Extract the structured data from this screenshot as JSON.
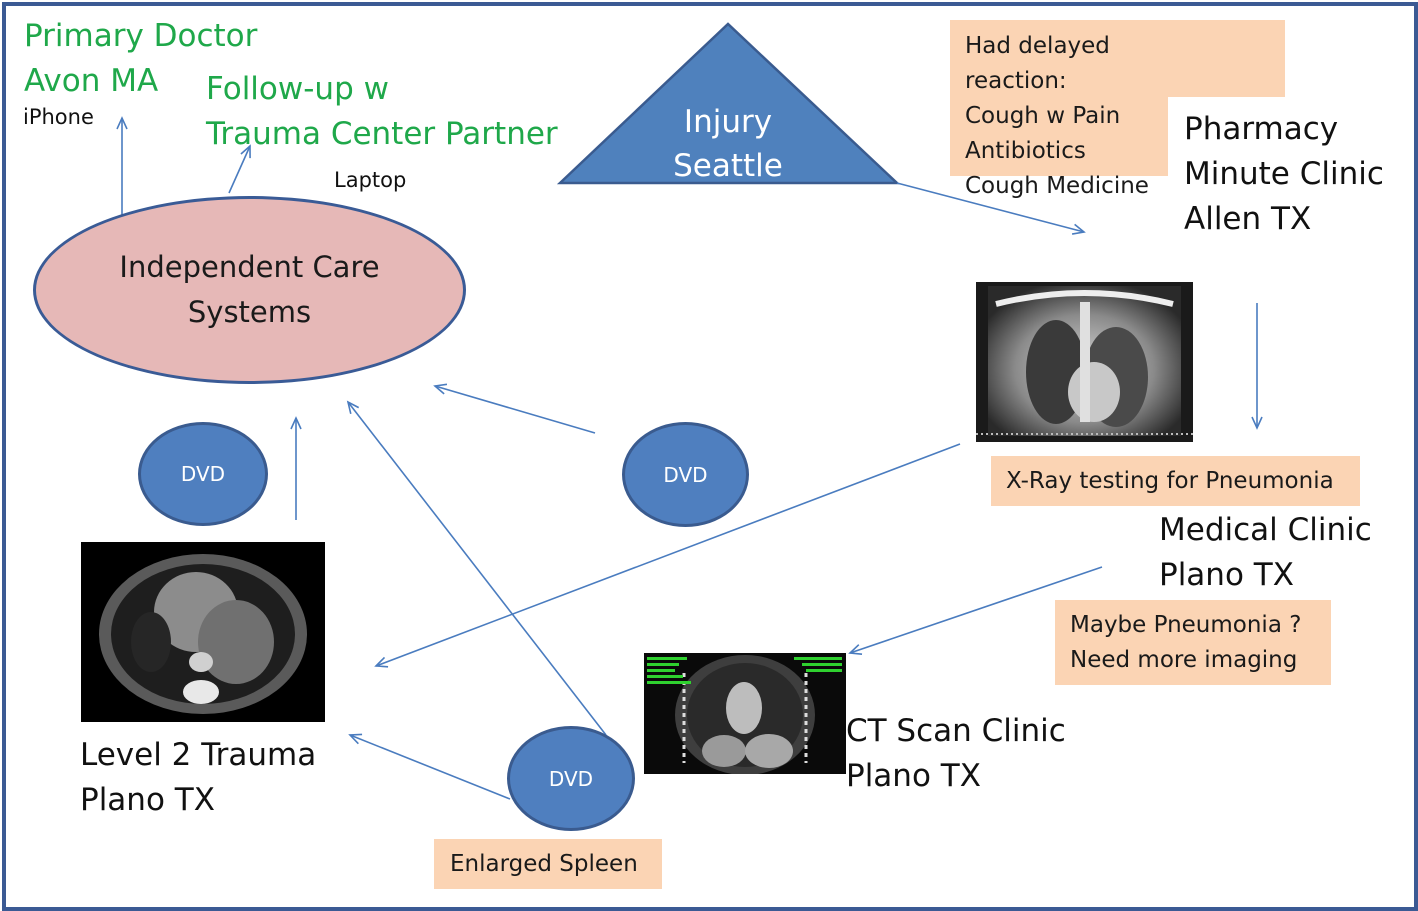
{
  "colors": {
    "frame": "#3b5a94",
    "arrow": "#4a7cbf",
    "green_text": "#1fa84a",
    "note_fill": "#fbd4b4",
    "triangle_fill": "#4f81bd",
    "ellipse_fill": "#e6b8b7",
    "dvd_fill": "#4f7fbf"
  },
  "primary_doctor": {
    "line1": "Primary Doctor",
    "line2": "Avon MA",
    "device": "iPhone"
  },
  "followup": {
    "line1": "Follow-up w",
    "line2": "Trauma Center Partner",
    "device": "Laptop"
  },
  "care_systems": {
    "line1": "Independent Care",
    "line2": "Systems"
  },
  "injury": {
    "line1": "Injury",
    "line2": "Seattle"
  },
  "delayed_note": {
    "line1": "Had delayed reaction:",
    "line2": "Cough w Pain",
    "line3": "Antibiotics",
    "line4": "Cough Medicine"
  },
  "pharmacy": {
    "line1": "Pharmacy",
    "line2": "Minute Clinic",
    "line3": "Allen TX"
  },
  "xray_note": "X-Ray testing for Pneumonia",
  "medical_clinic": {
    "line1": "Medical Clinic",
    "line2": "Plano TX"
  },
  "pneumonia_note": {
    "line1": "Maybe Pneumonia ?",
    "line2": "Need more imaging"
  },
  "ct_clinic": {
    "line1": "CT Scan Clinic",
    "line2": "Plano TX"
  },
  "trauma": {
    "line1": "Level 2 Trauma",
    "line2": "Plano TX"
  },
  "spleen_note": "Enlarged Spleen",
  "dvd_labels": [
    "DVD",
    "DVD",
    "DVD"
  ]
}
